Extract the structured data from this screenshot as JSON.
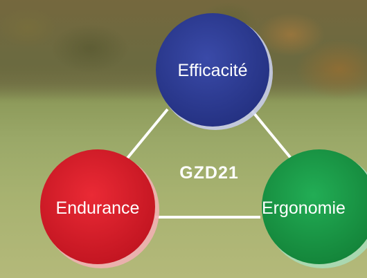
{
  "diagram": {
    "center_label": "GZD21",
    "nodes": [
      {
        "id": "top",
        "label": "Efficacité",
        "color": "#2d3a96"
      },
      {
        "id": "left",
        "label": "Endurance",
        "color": "#d81f2a"
      },
      {
        "id": "right",
        "label": "Ergonomie",
        "color": "#1a9a45"
      }
    ],
    "connector_color": "#ffffff"
  }
}
